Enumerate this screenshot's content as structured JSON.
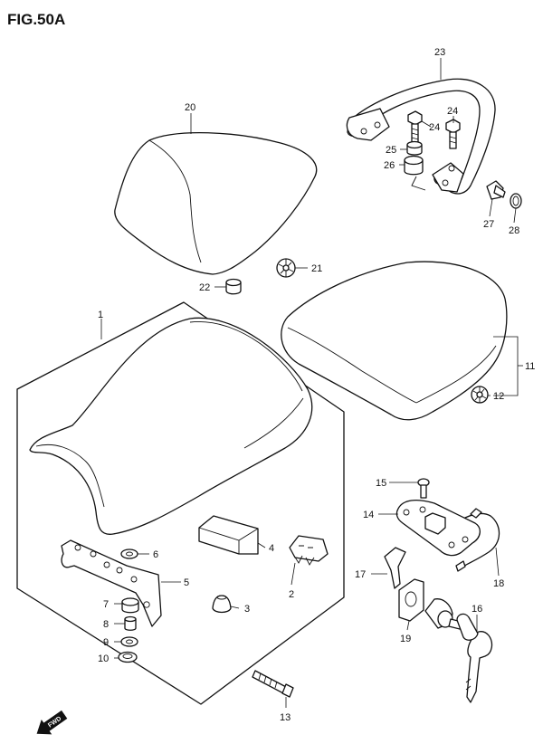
{
  "figure": {
    "title": "FIG.50A"
  },
  "fwd_label": "FWD",
  "callouts": [
    {
      "id": "c1",
      "label": "1"
    },
    {
      "id": "c2",
      "label": "2"
    },
    {
      "id": "c3",
      "label": "3"
    },
    {
      "id": "c4",
      "label": "4"
    },
    {
      "id": "c5",
      "label": "5"
    },
    {
      "id": "c6",
      "label": "6"
    },
    {
      "id": "c7",
      "label": "7"
    },
    {
      "id": "c8",
      "label": "8"
    },
    {
      "id": "c9",
      "label": "9"
    },
    {
      "id": "c10",
      "label": "10"
    },
    {
      "id": "c11",
      "label": "11"
    },
    {
      "id": "c12",
      "label": "12"
    },
    {
      "id": "c13",
      "label": "13"
    },
    {
      "id": "c14",
      "label": "14"
    },
    {
      "id": "c15",
      "label": "15"
    },
    {
      "id": "c16",
      "label": "16"
    },
    {
      "id": "c17",
      "label": "17"
    },
    {
      "id": "c18",
      "label": "18"
    },
    {
      "id": "c19",
      "label": "19"
    },
    {
      "id": "c20",
      "label": "20"
    },
    {
      "id": "c21",
      "label": "21"
    },
    {
      "id": "c22",
      "label": "22"
    },
    {
      "id": "c23",
      "label": "23"
    },
    {
      "id": "c24a",
      "label": "24"
    },
    {
      "id": "c24b",
      "label": "24"
    },
    {
      "id": "c25",
      "label": "25"
    },
    {
      "id": "c26",
      "label": "26"
    },
    {
      "id": "c27",
      "label": "27"
    },
    {
      "id": "c28",
      "label": "28"
    }
  ]
}
